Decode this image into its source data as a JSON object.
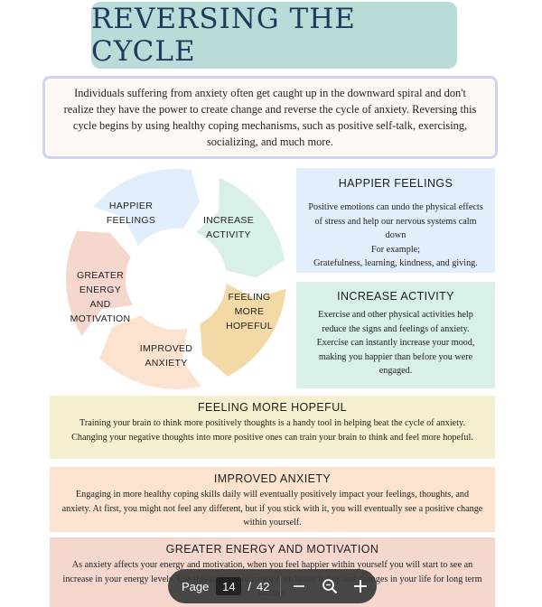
{
  "title": "REVERSING THE CYCLE",
  "intro": "Individuals suffering from anxiety often get caught up in the downward spiral and don't realize they have the power to create change and reverse the cycle of anxiety. Reversing this cycle begins by using healthy coping mechanisms, such as positive self-talk, exercising, socializing, and much more.",
  "cycle": {
    "segments": [
      {
        "line1": "HAPPIER",
        "line2": "FEELINGS",
        "color": "#e1eefb"
      },
      {
        "line1": "INCREASE",
        "line2": "ACTIVITY",
        "color": "#d9efea"
      },
      {
        "line1": "FEELING",
        "line2": "MORE",
        "line3": "HOPEFUL",
        "color": "#f2d9a6"
      },
      {
        "line1": "IMPROVED",
        "line2": "ANXIETY",
        "color": "#fbe3d0"
      },
      {
        "line1": "GREATER",
        "line2": "ENERGY",
        "line3": "AND",
        "line4": "MOTIVATION",
        "color": "#f6d7cd"
      }
    ]
  },
  "panels": {
    "happier": {
      "title": "HAPPIER FEELINGS",
      "body1": "Positive emotions can undo the physical effects of stress and help our nervous systems calm down",
      "body2": "For example;",
      "body3": "Gratefulness, learning, kindness, and giving."
    },
    "increase": {
      "title": "INCREASE ACTIVITY",
      "body": "Exercise and other physical activities help reduce the signs and feelings of anxiety. Exercise can instantly increase your mood, making you happier than before you were engaged."
    },
    "hopeful": {
      "title": "FEELING MORE HOPEFUL",
      "body": "Training your brain to think more positively thoughts is a handy tool in helping beat the cycle of anxiety. Changing your negative thoughts into more positive ones can train your brain to think and feel more hopeful."
    },
    "improved": {
      "title": "IMPROVED ANXIETY",
      "body": "Engaging in more healthy coping skills daily will eventually positively impact your feelings, thoughts, and anxiety. At first, you might not feel any different, but if you stick with it, you will eventually see a positive change within yourself."
    },
    "energy": {
      "title": "GREATER ENERGY AND MOTIVATION",
      "body": "As anxiety affects your energy and motivation, when you feel happier within yourself you will start to see an increase in your energy levels. Use this increase to create even better habits and changes in your life for long term success."
    }
  },
  "pager": {
    "label": "Page",
    "current": "14",
    "separator": "/",
    "total": "42"
  },
  "icons": {
    "zoom_out": "minus-icon",
    "zoom": "magnifier-icon",
    "zoom_in": "plus-icon"
  }
}
